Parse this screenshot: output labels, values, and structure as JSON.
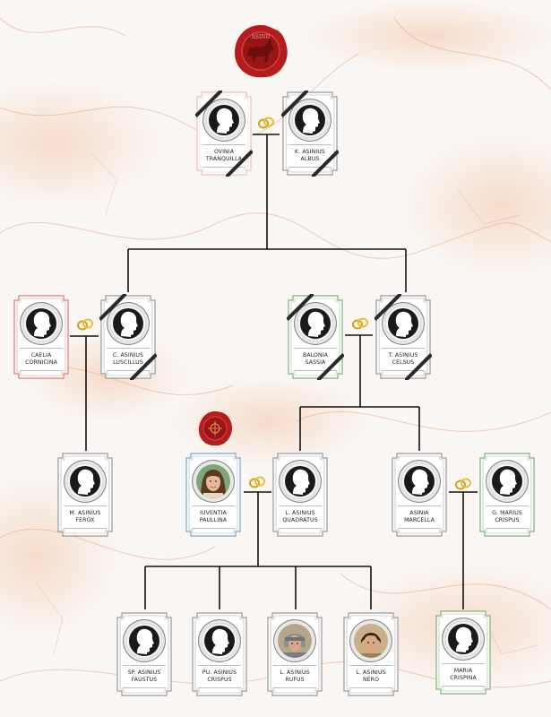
{
  "colors": {
    "line": "#111111",
    "frame_default": "#9a9a9a",
    "frame_red": "#e07a7a",
    "frame_green": "#7fb07a",
    "frame_blue": "#7aa7c9",
    "frame_peach": "#e9c3b5",
    "seal_red": "#b41d1d",
    "ring_gold": "#d4a019"
  },
  "seals": {
    "family": {
      "label": "family-seal-donkey"
    },
    "iuventia": {
      "label": "iuventia-seal"
    }
  },
  "persons": [
    {
      "id": "ovinia",
      "line1": "OVINIA",
      "line2": "TRANQUILLA",
      "frame": "peach",
      "deceased": true,
      "portrait": "silhouette"
    },
    {
      "id": "k_albus",
      "line1": "K. ASINIUS",
      "line2": "ALBUS",
      "frame": "default",
      "deceased": true,
      "portrait": "silhouette"
    },
    {
      "id": "caelia",
      "line1": "CAELIA",
      "line2": "CORNICINA",
      "frame": "red",
      "deceased": false,
      "portrait": "silhouette"
    },
    {
      "id": "c_luscillus",
      "line1": "C. ASINIUS",
      "line2": "LUSCILLUS",
      "frame": "default",
      "deceased": true,
      "portrait": "silhouette"
    },
    {
      "id": "balonia",
      "line1": "BALONIA",
      "line2": "SASSIA",
      "frame": "green",
      "deceased": true,
      "portrait": "silhouette"
    },
    {
      "id": "t_celsus",
      "line1": "T. ASINIUS",
      "line2": "CELSUS",
      "frame": "default",
      "deceased": true,
      "portrait": "silhouette"
    },
    {
      "id": "m_ferox",
      "line1": "M. ASINIUS",
      "line2": "FEROX",
      "frame": "default",
      "deceased": false,
      "portrait": "silhouette"
    },
    {
      "id": "iuventia",
      "line1": "IUVENTIA",
      "line2": "PAULLINA",
      "frame": "blue",
      "deceased": false,
      "portrait": "woman"
    },
    {
      "id": "l_quadratus",
      "line1": "L. ASINIUS",
      "line2": "QUADRATUS",
      "frame": "default",
      "deceased": false,
      "portrait": "silhouette"
    },
    {
      "id": "asinia",
      "line1": "ASINIA",
      "line2": "MARCELLA",
      "frame": "default",
      "deceased": false,
      "portrait": "silhouette"
    },
    {
      "id": "g_crispus",
      "line1": "G. MARIUS",
      "line2": "CRISPUS",
      "frame": "green",
      "deceased": false,
      "portrait": "silhouette"
    },
    {
      "id": "sp_faustus",
      "line1": "SP. ASINIUS",
      "line2": "FAUSTUS",
      "frame": "default",
      "deceased": false,
      "portrait": "silhouette"
    },
    {
      "id": "pu_crispus",
      "line1": "PU. ASINIUS",
      "line2": "CRISPUS",
      "frame": "default",
      "deceased": false,
      "portrait": "silhouette"
    },
    {
      "id": "l_rufus",
      "line1": "L. ASINIUS",
      "line2": "RUFUS",
      "frame": "default",
      "deceased": false,
      "portrait": "soldier"
    },
    {
      "id": "l_nero",
      "line1": "L. ASINIUS",
      "line2": "NERO",
      "frame": "default",
      "deceased": false,
      "portrait": "boy"
    },
    {
      "id": "maria",
      "line1": "MARIA",
      "line2": "CRISPINA",
      "frame": "green",
      "deceased": false,
      "portrait": "silhouette"
    }
  ],
  "marriages": [
    {
      "id": "m1",
      "a": "ovinia",
      "b": "k_albus"
    },
    {
      "id": "m2",
      "a": "caelia",
      "b": "c_luscillus"
    },
    {
      "id": "m3",
      "a": "balonia",
      "b": "t_celsus"
    },
    {
      "id": "m4",
      "a": "iuventia",
      "b": "l_quadratus"
    },
    {
      "id": "m5",
      "a": "asinia",
      "b": "g_crispus"
    }
  ]
}
